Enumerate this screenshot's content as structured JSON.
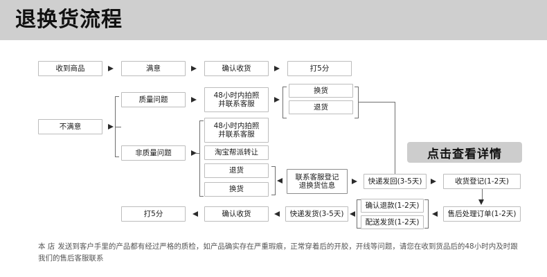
{
  "header": {
    "title": "退换货流程",
    "background": "#cfcfcf"
  },
  "cta": {
    "label": "点击查看详情",
    "background": "#cdcdcd"
  },
  "flow": {
    "row1": [
      {
        "label": "收到商品"
      },
      {
        "label": "满意"
      },
      {
        "label": "确认收货"
      },
      {
        "label": "打5分"
      }
    ],
    "unsatisfied": {
      "label": "不满意"
    },
    "reasons": [
      {
        "label": "质量问题"
      },
      {
        "label": "非质量问题"
      }
    ],
    "quality_branch": {
      "action": {
        "line1": "48小时内拍照",
        "line2": "并联系客服"
      },
      "options": [
        {
          "label": "换货"
        },
        {
          "label": "退货"
        }
      ]
    },
    "nonquality_branch": {
      "options": [
        {
          "line1": "48小时内拍照",
          "line2": "并联系客服"
        },
        {
          "label": "淘宝帮派转让"
        },
        {
          "label": "退货"
        },
        {
          "label": "换货"
        }
      ]
    },
    "service": {
      "line1": "联系客服登记",
      "line2": "退换货信息"
    },
    "return_ship": {
      "label": "快递发回(3-5天)"
    },
    "receive_log": {
      "label": "收货登记(1-2天)"
    },
    "aftersale_order": {
      "label": "售后处理订单(1-2天)"
    },
    "outcomes": [
      {
        "label": "确认退款(1-2天)"
      },
      {
        "label": "配送发货(1-2天)"
      }
    ],
    "ship_out": {
      "label": "快递发货(3-5天)"
    },
    "confirm_receipt": {
      "label": "确认收货"
    },
    "rate": {
      "label": "打5分"
    }
  },
  "footer": {
    "prefix": "本 店",
    "text": "发送到客户手里的产品都有经过严格的质检，如产品确实存在严重瑕痕，正常穿着后的开胶，开线等问题，请您在收到货品后的48小时内及时跟我们的售后客服联系"
  }
}
